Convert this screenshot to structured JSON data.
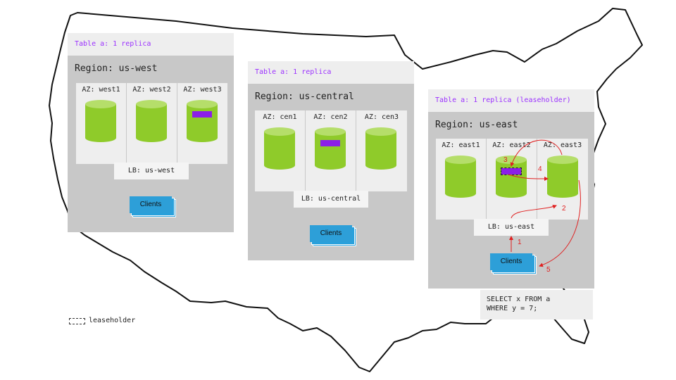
{
  "regions": {
    "west": {
      "header": "Table a: 1 replica",
      "title": "Region: us-west",
      "azs": [
        "AZ: west1",
        "AZ: west2",
        "AZ: west3"
      ],
      "lb": "LB: us-west",
      "clients": "Clients"
    },
    "central": {
      "header": "Table a: 1 replica",
      "title": "Region: us-central",
      "azs": [
        "AZ: cen1",
        "AZ: cen2",
        "AZ: cen3"
      ],
      "lb": "LB: us-central",
      "clients": "Clients"
    },
    "east": {
      "header": "Table a: 1 replica (leaseholder)",
      "title": "Region: us-east",
      "azs": [
        "AZ: east1",
        "AZ: east2",
        "AZ: east3"
      ],
      "lb": "LB: us-east",
      "clients": "Clients"
    }
  },
  "query": {
    "line1": "SELECT x FROM a",
    "line2": "WHERE y = 7;"
  },
  "legend": {
    "label": "leaseholder"
  },
  "steps": [
    "1",
    "2",
    "3",
    "4",
    "5"
  ],
  "colors": {
    "replica": "#8b1fe8",
    "node": "#8fcb2a",
    "clients": "#2d9fd8",
    "arrow": "#e02020",
    "header_text": "#9b30ff"
  }
}
